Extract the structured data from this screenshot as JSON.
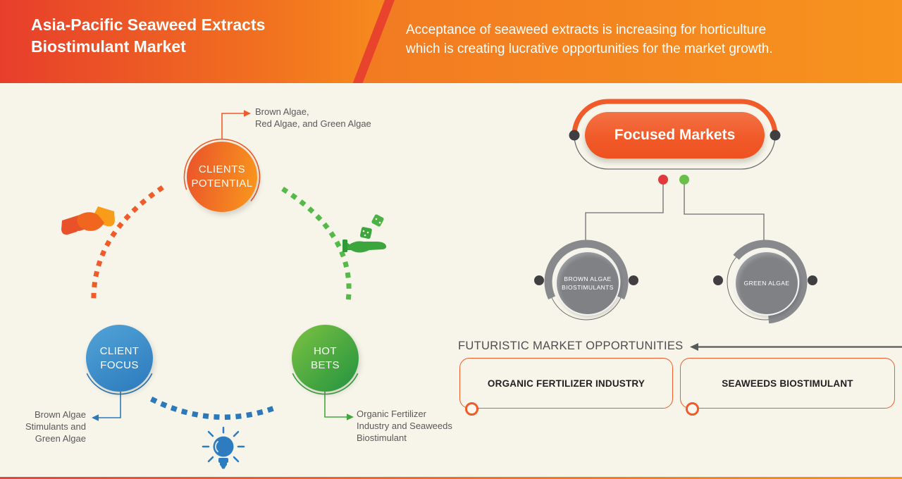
{
  "header": {
    "title": "Asia-Pacific Seaweed Extracts\nBiostimulant Market",
    "subtitle": "Acceptance of seaweed extracts is increasing  for horticulture\nwhich is creating lucrative opportunities for the market growth."
  },
  "cycle": {
    "clients_potential": {
      "label": "CLIENTS\nPOTENTIAL",
      "annotation": "Brown Algae,\nRed Algae, and Green Algae",
      "color": "#f15a29"
    },
    "client_focus": {
      "label": "CLIENT\nFOCUS",
      "annotation": "Brown Algae\nStimulants and\nGreen Algae",
      "color": "#2b79bb"
    },
    "hot_bets": {
      "label": "HOT\nBETS",
      "annotation": "Organic Fertilizer\nIndustry and Seaweeds\nBiostimulant",
      "color": "#3aa63c"
    },
    "icons": {
      "handshake": "handshake-icon",
      "dice_hand": "dice-hand-icon",
      "lightbulb": "lightbulb-icon"
    }
  },
  "focused_markets": {
    "label": "Focused Markets",
    "markets": [
      {
        "label": "BROWN ALGAE\nBIOSTIMULANTS",
        "dot_color": "#e03a3a"
      },
      {
        "label": "GREEN ALGAE",
        "dot_color": "#6abf4b"
      }
    ]
  },
  "opportunities": {
    "heading": "FUTURISTIC MARKET OPPORTUNITIES",
    "boxes": [
      {
        "label": "ORGANIC FERTILIZER INDUSTRY"
      },
      {
        "label": "SEAWEEDS BIOSTIMULANT"
      }
    ]
  },
  "colors": {
    "accent_orange": "#f15a29",
    "blue": "#2b79bb",
    "green": "#3aa63c",
    "gray_node": "#7f8184",
    "background": "#f7f5e9",
    "header_red": "#e73e2b",
    "header_orange": "#f7931e"
  }
}
